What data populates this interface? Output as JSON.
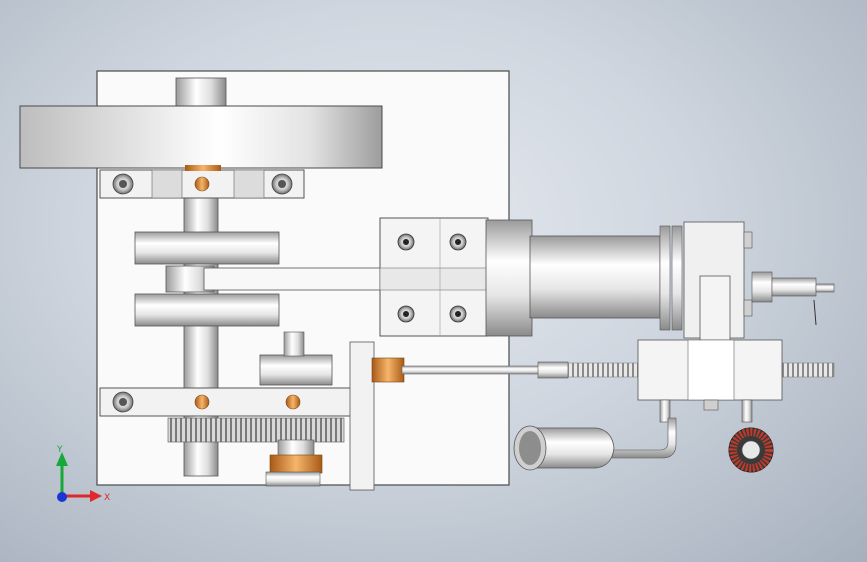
{
  "viewport": {
    "background_center": "#e6eaf0",
    "background_edge": "#a6b0bd"
  },
  "model": {
    "parts": [
      {
        "name": "base-plate",
        "icon": "plate"
      },
      {
        "name": "flywheel",
        "icon": "disc"
      },
      {
        "name": "crankshaft",
        "icon": "shaft"
      },
      {
        "name": "crank-webs",
        "icon": "disc"
      },
      {
        "name": "connecting-rod",
        "icon": "rod"
      },
      {
        "name": "crosshead",
        "icon": "block"
      },
      {
        "name": "cylinder",
        "icon": "cylinder"
      },
      {
        "name": "cylinder-head",
        "icon": "block"
      },
      {
        "name": "spark-plug",
        "icon": "plug"
      },
      {
        "name": "valve-body",
        "icon": "block"
      },
      {
        "name": "valve-springs",
        "icon": "spring"
      },
      {
        "name": "cam-gear",
        "icon": "gear"
      },
      {
        "name": "exhaust-muffler",
        "icon": "muffler"
      },
      {
        "name": "ignition-coil",
        "icon": "coil"
      }
    ],
    "accent_colors": {
      "bronze": "#d7852e",
      "coil_red": "#c0392b",
      "metal_light": "#f4f4f4",
      "metal_dark": "#8d8d8d"
    }
  },
  "triad": {
    "x_label": "X",
    "y_label": "Y",
    "x_color": "#e0272c",
    "y_color": "#18a83a",
    "z_color": "#1b35d6"
  }
}
